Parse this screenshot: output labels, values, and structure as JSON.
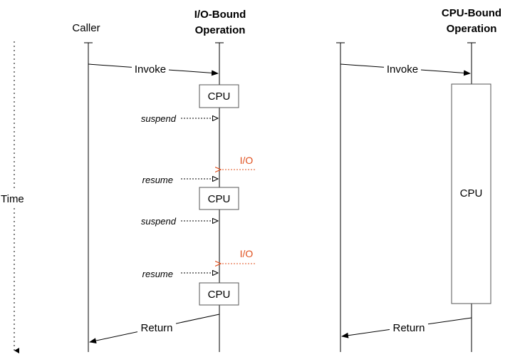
{
  "headers": {
    "caller": "Caller",
    "io_line1": "I/O-Bound",
    "io_line2": "Operation",
    "cpu_line1": "CPU-Bound",
    "cpu_line2": "Operation"
  },
  "time_label": "Time",
  "io_column": {
    "invoke": "Invoke",
    "cpu_blocks": [
      "CPU",
      "CPU",
      "CPU"
    ],
    "suspend_labels": [
      "suspend",
      "suspend"
    ],
    "resume_labels": [
      "resume",
      "resume"
    ],
    "io_labels": [
      "I/O",
      "I/O"
    ],
    "return": "Return"
  },
  "cpu_column": {
    "invoke": "Invoke",
    "cpu_block": "CPU",
    "return": "Return"
  },
  "colors": {
    "line": "#000000",
    "io_signal": "#e0501e",
    "box_border": "#555555"
  }
}
